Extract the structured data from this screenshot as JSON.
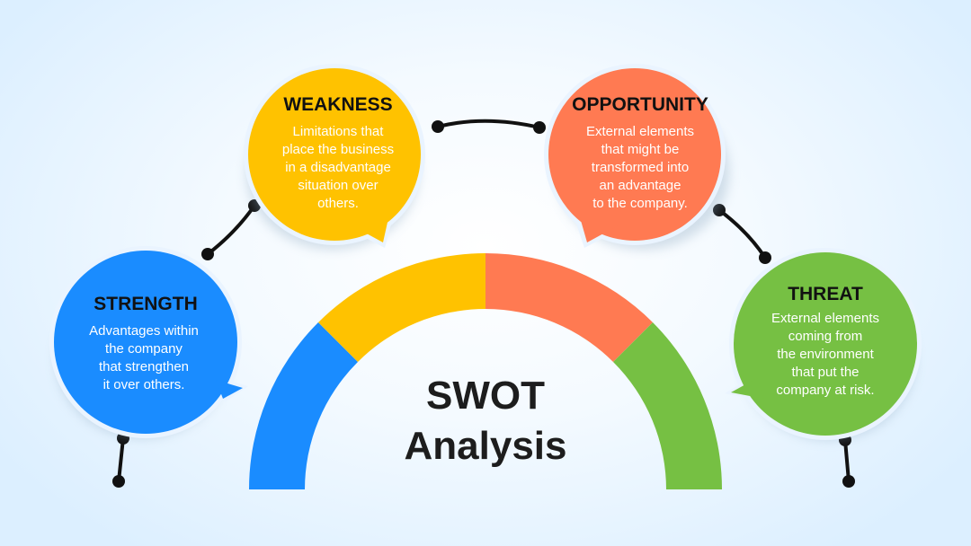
{
  "center": {
    "line1": "SWOT",
    "line2": "Analysis"
  },
  "colors": {
    "strength": "#1a8cff",
    "weakness": "#ffc200",
    "opportunity": "#ff7a52",
    "threat": "#76c043"
  },
  "items": [
    {
      "key": "strength",
      "title": "STRENGTH",
      "lines": [
        "Advantages within",
        "the company",
        "that strengthen",
        "it over others."
      ]
    },
    {
      "key": "weakness",
      "title": "WEAKNESS",
      "lines": [
        "Limitations that",
        "place the business",
        "in a disadvantage",
        "situation over",
        "others."
      ]
    },
    {
      "key": "opportunity",
      "title": "OPPORTUNITY",
      "lines": [
        "External elements",
        "that might be",
        "transformed into",
        "an advantage",
        "to the company."
      ]
    },
    {
      "key": "threat",
      "title": "THREAT",
      "lines": [
        "External elements",
        "coming from",
        "the environment",
        "that put the",
        "company at risk."
      ]
    }
  ]
}
